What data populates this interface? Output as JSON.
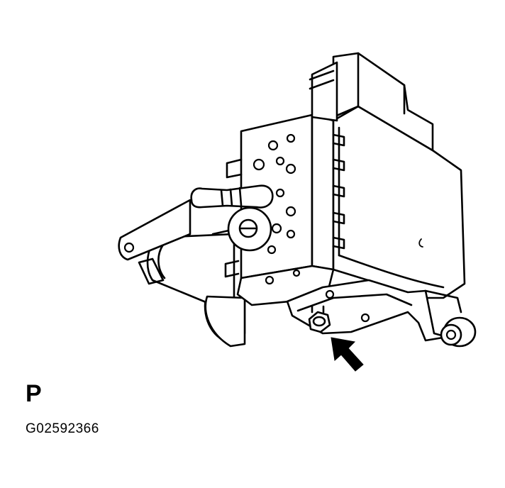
{
  "figure": {
    "view_label": "P",
    "figure_code": "G02592366"
  },
  "icons": [
    "abs-actuator-illustration",
    "arrow-icon"
  ],
  "colors": {
    "line": "#000000",
    "background": "#ffffff"
  }
}
